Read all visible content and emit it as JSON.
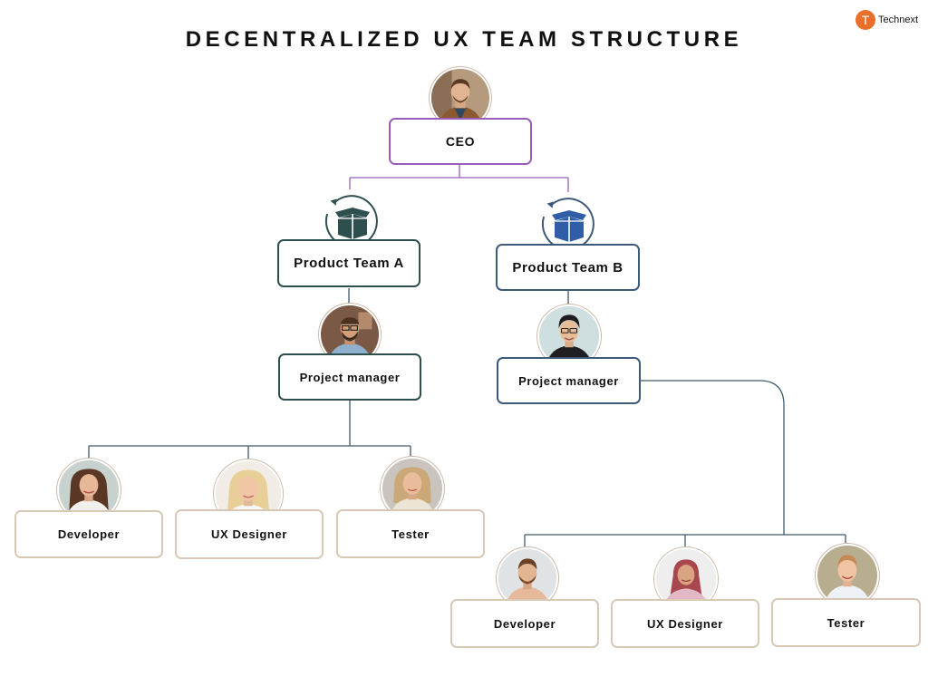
{
  "title": "DECENTRALIZED UX TEAM STRUCTURE",
  "brand": {
    "logo_letter": "T",
    "name": "Technext"
  },
  "colors": {
    "ceo_border": "#9b5dbd",
    "team_a": "#2f4f4f",
    "team_b": "#3d5a7a",
    "member_border": "#d8c9b6",
    "brand_orange": "#e8702a"
  },
  "ceo": {
    "label": "CEO"
  },
  "team_a": {
    "label": "Product Team A",
    "icon": "box-icon",
    "manager": "Project manager",
    "members": [
      "Developer",
      "UX Designer",
      "Tester"
    ]
  },
  "team_b": {
    "label": "Product Team B",
    "icon": "box-icon",
    "manager": "Project manager",
    "members": [
      "Developer",
      "UX Designer",
      "Tester"
    ]
  }
}
